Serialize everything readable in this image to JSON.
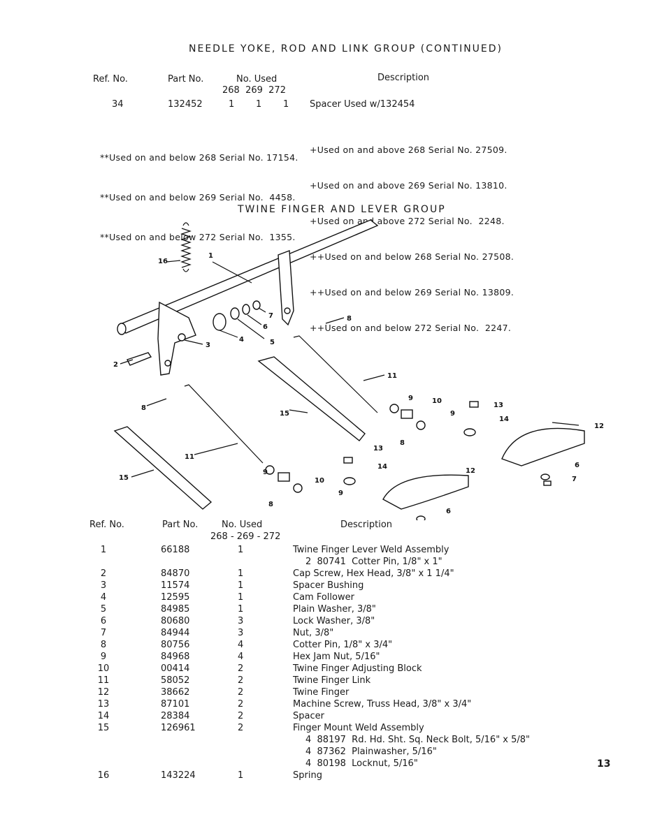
{
  "top_section": {
    "title": "NEEDLE YOKE, ROD AND LINK GROUP (CONTINUED)",
    "headers": {
      "ref": "Ref. No.",
      "part": "Part No.",
      "used": "No. Used",
      "used_models": "268  269  272",
      "desc": "Description"
    },
    "row": {
      "ref": "34",
      "part": "132452",
      "u268": "1",
      "u269": "1",
      "u272": "1",
      "desc": "Spacer Used w/132454"
    },
    "notes_left": [
      "**Used on and below 268 Serial No. 17154.",
      "**Used on and below 269 Serial No.  4458.",
      "**Used on and below 272 Serial No.  1355."
    ],
    "notes_right": [
      "+Used on and above 268 Serial No. 27509.",
      "+Used on and above 269 Serial No. 13810.",
      "+Used on and above 272 Serial No.  2248.",
      "++Used on and below 268 Serial No. 27508.",
      "++Used on and below 269 Serial No. 13809.",
      "++Used on and below 272 Serial No.  2247."
    ]
  },
  "bottom_section": {
    "title": "TWINE FINGER AND LEVER GROUP",
    "diagram_callouts": [
      "1",
      "2",
      "3",
      "4",
      "5",
      "6",
      "7",
      "8",
      "9",
      "10",
      "11",
      "12",
      "13",
      "14",
      "15",
      "16"
    ],
    "headers": {
      "ref": "Ref. No.",
      "part": "Part No.",
      "used": "No. Used",
      "used_models": "268 - 269 - 272",
      "desc": "Description"
    },
    "rows": [
      {
        "ref": "1",
        "part": "66188",
        "qty": "1",
        "desc": "Twine Finger Lever Weld Assembly"
      },
      {
        "ref": "",
        "part": "",
        "qty": "",
        "desc": "2  80741  Cotter Pin, 1/8\" x 1\""
      },
      {
        "ref": "2",
        "part": "84870",
        "qty": "1",
        "desc": "Cap Screw, Hex Head, 3/8\" x 1 1/4\""
      },
      {
        "ref": "3",
        "part": "11574",
        "qty": "1",
        "desc": "Spacer Bushing"
      },
      {
        "ref": "4",
        "part": "12595",
        "qty": "1",
        "desc": "Cam Follower"
      },
      {
        "ref": "5",
        "part": "84985",
        "qty": "1",
        "desc": "Plain Washer, 3/8\""
      },
      {
        "ref": "6",
        "part": "80680",
        "qty": "3",
        "desc": "Lock Washer, 3/8\""
      },
      {
        "ref": "7",
        "part": "84944",
        "qty": "3",
        "desc": "Nut, 3/8\""
      },
      {
        "ref": "8",
        "part": "80756",
        "qty": "4",
        "desc": "Cotter Pin, 1/8\" x 3/4\""
      },
      {
        "ref": "9",
        "part": "84968",
        "qty": "4",
        "desc": "Hex Jam Nut, 5/16\""
      },
      {
        "ref": "10",
        "part": "00414",
        "qty": "2",
        "desc": "Twine Finger Adjusting Block"
      },
      {
        "ref": "11",
        "part": "58052",
        "qty": "2",
        "desc": "Twine Finger Link"
      },
      {
        "ref": "12",
        "part": "38662",
        "qty": "2",
        "desc": "Twine Finger"
      },
      {
        "ref": "13",
        "part": "87101",
        "qty": "2",
        "desc": "Machine Screw, Truss Head, 3/8\" x 3/4\""
      },
      {
        "ref": "14",
        "part": "28384",
        "qty": "2",
        "desc": "Spacer"
      },
      {
        "ref": "15",
        "part": "126961",
        "qty": "2",
        "desc": "Finger Mount Weld Assembly"
      },
      {
        "ref": "",
        "part": "",
        "qty": "",
        "desc": "4  88197  Rd. Hd. Sht. Sq. Neck Bolt, 5/16\" x 5/8\""
      },
      {
        "ref": "",
        "part": "",
        "qty": "",
        "desc": "4  87362  Plainwasher, 5/16\""
      },
      {
        "ref": "",
        "part": "",
        "qty": "",
        "desc": "4  80198  Locknut, 5/16\""
      },
      {
        "ref": "16",
        "part": "143224",
        "qty": "1",
        "desc": "Spring"
      }
    ]
  },
  "page_number": "13"
}
